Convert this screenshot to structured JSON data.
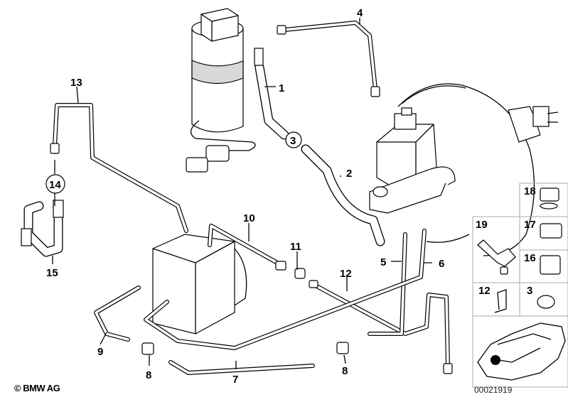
{
  "diagram": {
    "labels": {
      "p1": "1",
      "p2": "2",
      "p3": "3",
      "p4": "4",
      "p5": "5",
      "p6": "6",
      "p7": "7",
      "p8a": "8",
      "p8b": "8",
      "p9": "9",
      "p10": "10",
      "p11": "11",
      "p12": "12",
      "p13": "13",
      "p14": "14",
      "p15": "15"
    },
    "inset_labels": {
      "i18": "18",
      "i19": "19",
      "i17": "17",
      "i16": "16",
      "i12": "12",
      "i3": "3"
    },
    "copyright": "© BMW AG",
    "document_number": "00021919"
  }
}
